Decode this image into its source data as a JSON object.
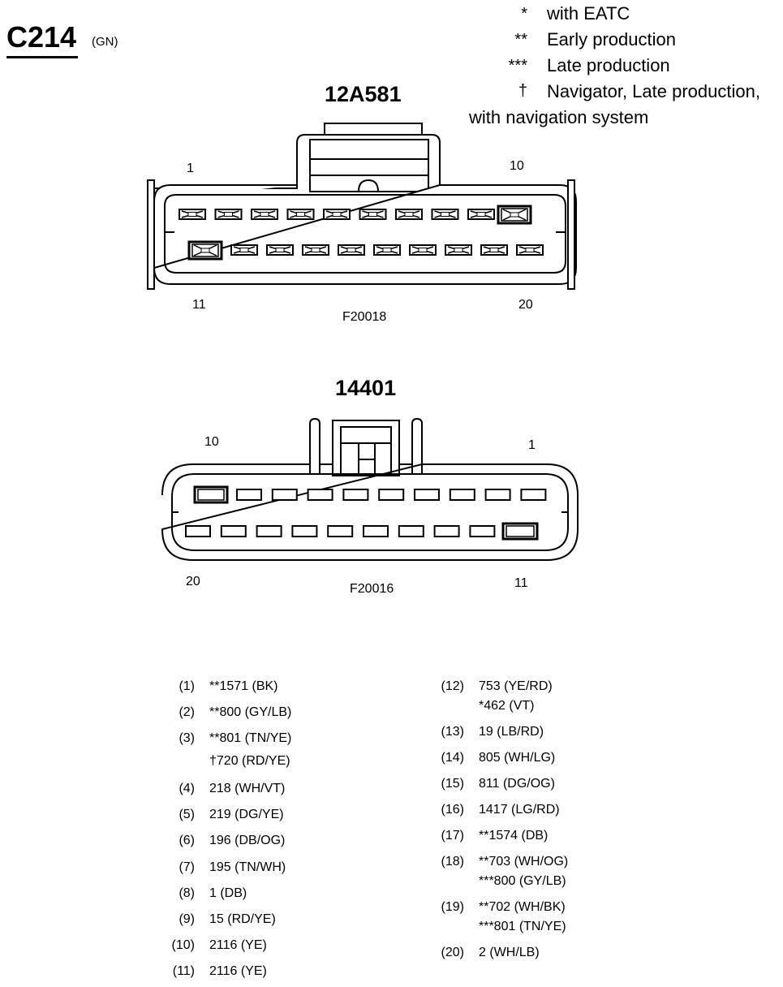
{
  "header": {
    "connector_id": "C214",
    "color_code": "(GN)"
  },
  "legend": [
    {
      "symbol": "*",
      "text": "with EATC"
    },
    {
      "symbol": "**",
      "text": "Early production"
    },
    {
      "symbol": "***",
      "text": "Late production"
    },
    {
      "symbol": "†",
      "text": "Navigator, Late production,"
    },
    {
      "symbol": "",
      "text": "with navigation system"
    }
  ],
  "connector_a": {
    "part_number": "12A581",
    "pin_labels": {
      "top_left": "1",
      "top_right": "10",
      "bottom_left": "11",
      "bottom_right": "20"
    },
    "figure_code": "F20018"
  },
  "connector_b": {
    "part_number": "14401",
    "pin_labels": {
      "top_left": "10",
      "top_right": "1",
      "bottom_left": "20",
      "bottom_right": "11"
    },
    "figure_code": "F20016"
  },
  "wires_left": [
    {
      "pin": "(1)",
      "lines": [
        "**1571 (BK)"
      ]
    },
    {
      "pin": "(2)",
      "lines": [
        "**800 (GY/LB)"
      ]
    },
    {
      "pin": "(3)",
      "lines": [
        "**801 (TN/YE)",
        "†720 (RD/YE)"
      ]
    },
    {
      "pin": "(4)",
      "lines": [
        "218 (WH/VT)"
      ]
    },
    {
      "pin": "(5)",
      "lines": [
        "219 (DG/YE)"
      ]
    },
    {
      "pin": "(6)",
      "lines": [
        "196 (DB/OG)"
      ]
    },
    {
      "pin": "(7)",
      "lines": [
        "195 (TN/WH)"
      ]
    },
    {
      "pin": "(8)",
      "lines": [
        "1 (DB)"
      ]
    },
    {
      "pin": "(9)",
      "lines": [
        "15 (RD/YE)"
      ]
    },
    {
      "pin": "(10)",
      "lines": [
        "2116 (YE)"
      ]
    },
    {
      "pin": "(11)",
      "lines": [
        "2116 (YE)"
      ]
    }
  ],
  "wires_right": [
    {
      "pin": "(12)",
      "lines": [
        "753 (YE/RD)",
        "*462 (VT)"
      ]
    },
    {
      "pin": "(13)",
      "lines": [
        "19 (LB/RD)"
      ]
    },
    {
      "pin": "(14)",
      "lines": [
        "805 (WH/LG)"
      ]
    },
    {
      "pin": "(15)",
      "lines": [
        "811 (DG/OG)"
      ]
    },
    {
      "pin": "(16)",
      "lines": [
        "1417 (LG/RD)"
      ]
    },
    {
      "pin": "(17)",
      "lines": [
        "**1574 (DB)"
      ]
    },
    {
      "pin": "(18)",
      "lines": [
        "**703 (WH/OG)",
        "***800 (GY/LB)"
      ]
    },
    {
      "pin": "(19)",
      "lines": [
        "**702 (WH/BK)",
        "***801 (TN/YE)"
      ]
    },
    {
      "pin": "(20)",
      "lines": [
        "2 (WH/LB)"
      ]
    }
  ]
}
